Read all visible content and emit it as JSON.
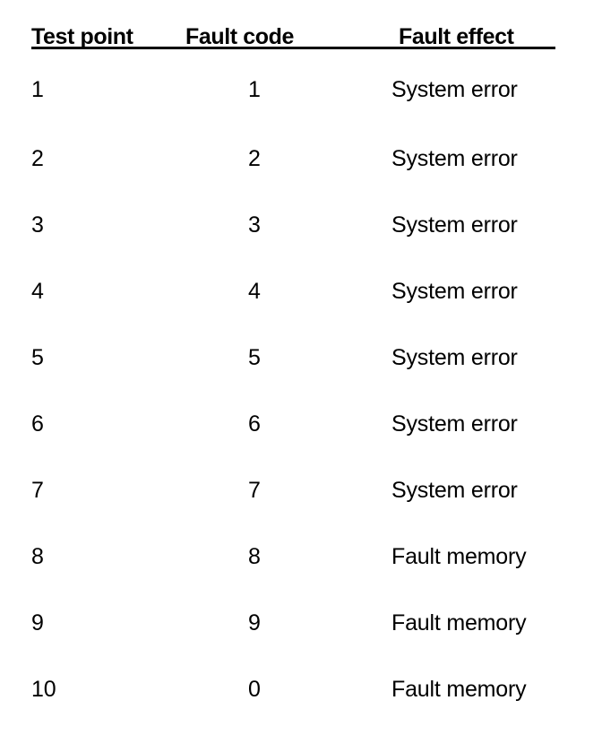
{
  "document": {
    "type": "table",
    "background_color": "#ffffff",
    "text_color": "#000000"
  },
  "table": {
    "name": "fault-code-table",
    "header_rule": true,
    "columns": [
      {
        "key": "test_point",
        "label": "Test point"
      },
      {
        "key": "fault_code",
        "label": "Fault code"
      },
      {
        "key": "fault_effect",
        "label": "Fault effect"
      }
    ],
    "rows": [
      {
        "test_point": "1",
        "fault_code": "1",
        "fault_effect": "System error"
      },
      {
        "test_point": "2",
        "fault_code": "2",
        "fault_effect": "System error"
      },
      {
        "test_point": "3",
        "fault_code": "3",
        "fault_effect": "System error"
      },
      {
        "test_point": "4",
        "fault_code": "4",
        "fault_effect": "System error"
      },
      {
        "test_point": "5",
        "fault_code": "5",
        "fault_effect": "System error"
      },
      {
        "test_point": "6",
        "fault_code": "6",
        "fault_effect": "System error"
      },
      {
        "test_point": "7",
        "fault_code": "7",
        "fault_effect": "System error"
      },
      {
        "test_point": "8",
        "fault_code": "8",
        "fault_effect": "Fault memory"
      },
      {
        "test_point": "9",
        "fault_code": "9",
        "fault_effect": "Fault memory"
      },
      {
        "test_point": "10",
        "fault_code": "0",
        "fault_effect": "Fault memory"
      }
    ]
  }
}
